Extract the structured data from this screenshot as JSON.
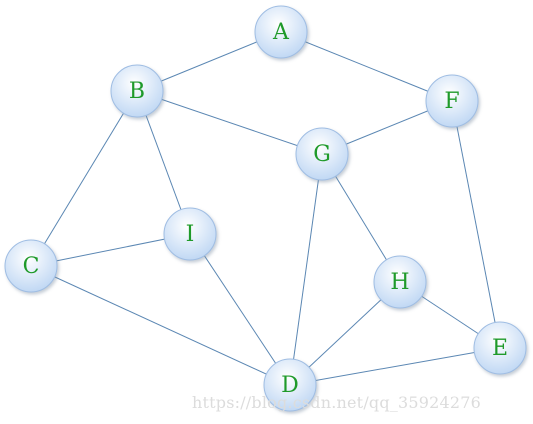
{
  "graph": {
    "nodes": [
      {
        "id": "A",
        "label": "A"
      },
      {
        "id": "B",
        "label": "B"
      },
      {
        "id": "F",
        "label": "F"
      },
      {
        "id": "G",
        "label": "G"
      },
      {
        "id": "I",
        "label": "I"
      },
      {
        "id": "C",
        "label": "C"
      },
      {
        "id": "H",
        "label": "H"
      },
      {
        "id": "E",
        "label": "E"
      },
      {
        "id": "D",
        "label": "D"
      }
    ],
    "edges": [
      [
        "A",
        "B"
      ],
      [
        "A",
        "F"
      ],
      [
        "B",
        "G"
      ],
      [
        "B",
        "C"
      ],
      [
        "B",
        "I"
      ],
      [
        "F",
        "G"
      ],
      [
        "F",
        "E"
      ],
      [
        "G",
        "D"
      ],
      [
        "G",
        "H"
      ],
      [
        "I",
        "C"
      ],
      [
        "I",
        "D"
      ],
      [
        "C",
        "D"
      ],
      [
        "H",
        "D"
      ],
      [
        "H",
        "E"
      ],
      [
        "D",
        "E"
      ]
    ]
  },
  "colors": {
    "edge": "#5b87b3",
    "node_stroke": "#9fbde3",
    "node_fill_center": "#ffffff",
    "node_fill_edge": "#bcd5f3",
    "label": "#1f9a2a"
  },
  "watermark": "https://blog.csdn.net/qq_35924276"
}
